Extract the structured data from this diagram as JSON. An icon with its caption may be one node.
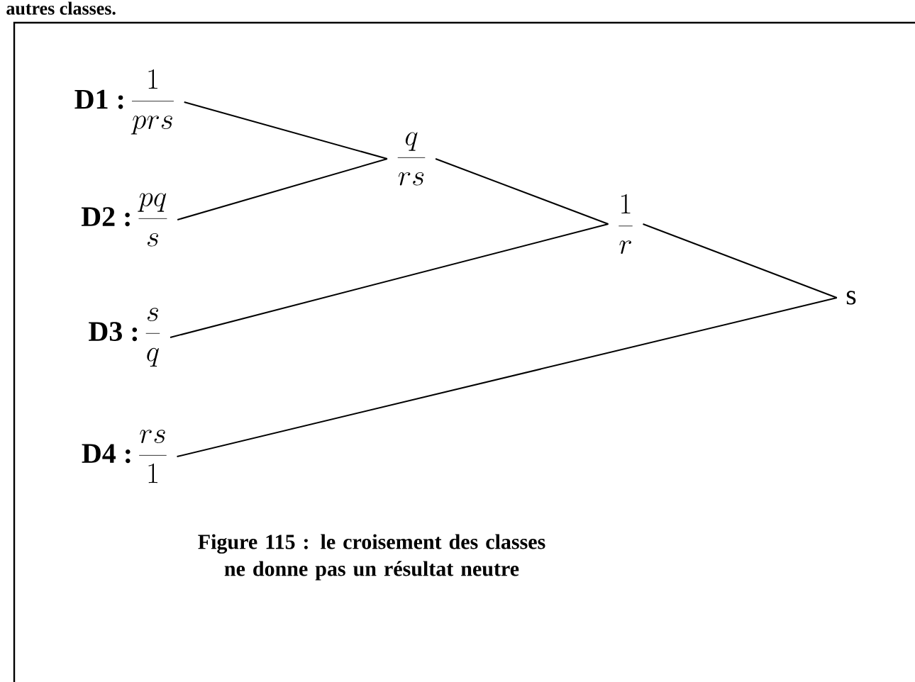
{
  "diagram": {
    "caption": "Figure 115 : le croisement des classes ne donne pas un résultat neutre",
    "nodes": [
      {
        "text": [
          "D1 :",
          "\\frac{1}{prs}"
        ]
      },
      {
        "text": [
          "D2 :",
          "\\frac{pq}{s}"
        ]
      },
      {
        "text": [
          "D3 :",
          "\\frac{s}{q}"
        ]
      },
      {
        "text": [
          "D4 :",
          "\\frac{rs}{1}"
        ]
      },
      {
        "text": [
          "\\frac{q}{rs}"
        ]
      },
      {
        "text": [
          "\\frac{1}{r}"
        ]
      },
      {
        "text": [
          "s"
        ]
      }
    ],
    "edges": [
      {
        "from": 0,
        "to": 4,
        "arrow": "none"
      },
      {
        "from": 1,
        "to": 4,
        "arrow": "none"
      },
      {
        "from": 4,
        "to": 5,
        "arrow": "none"
      },
      {
        "from": 2,
        "to": 5,
        "arrow": "none"
      },
      {
        "from": 5,
        "to": 6,
        "arrow": "none"
      },
      {
        "from": 3,
        "to": 6,
        "arrow": "none"
      }
    ],
    "labels": [
      "autres classes."
    ]
  }
}
